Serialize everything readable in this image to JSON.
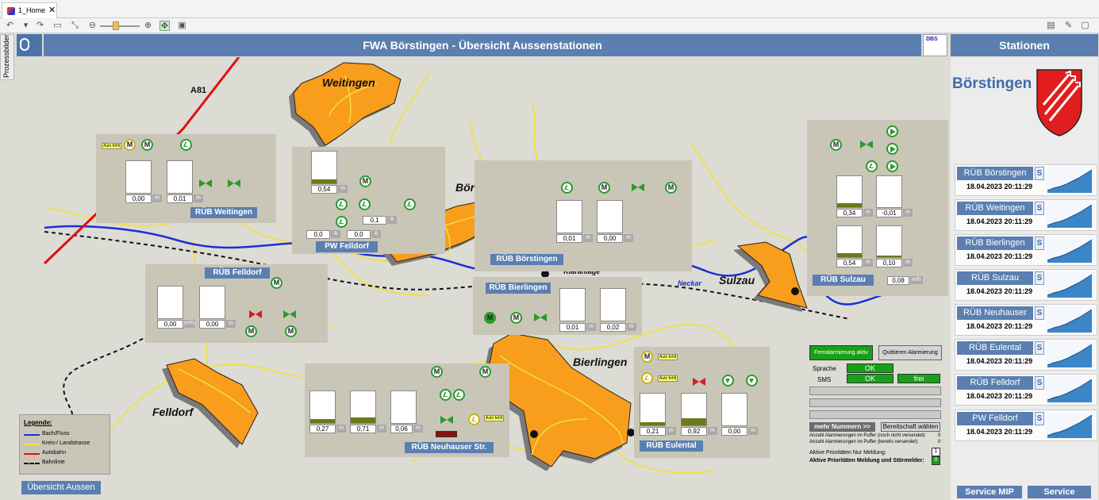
{
  "tab": {
    "title": "1_Home",
    "close": "✕"
  },
  "sidetab": "Prozessbilder",
  "header": {
    "title": "FWA Börstingen - Übersicht Aussenstationen",
    "logo_right": "DBS"
  },
  "stations_header": "Stationen",
  "town": "Börstingen",
  "stations": [
    {
      "name": "RÜB Börstingen",
      "s": "S",
      "time": "18.04.2023 20:11:29"
    },
    {
      "name": "RÜB Weitingen",
      "s": "S",
      "time": "18.04.2023 20:11:29"
    },
    {
      "name": "RÜB Bierlingen",
      "s": "S",
      "time": "18.04.2023 20:11:29"
    },
    {
      "name": "RÜB Sulzau",
      "s": "S",
      "time": "18.04.2023 20:11:29"
    },
    {
      "name": "RÜB Neuhauser Str",
      "s": "S",
      "time": "18.04.2023 20:11:29"
    },
    {
      "name": "RÜB Eulental",
      "s": "S",
      "time": "18.04.2023 20:11:29"
    },
    {
      "name": "RÜB Felldorf",
      "s": "S",
      "time": "18.04.2023 20:11:29"
    },
    {
      "name": "PW Felldorf",
      "s": "S",
      "time": "18.04.2023 20:11:29"
    }
  ],
  "map": {
    "autobahn_label": "A81",
    "towns": {
      "weitingen": "Weitingen",
      "borstingen": "Börstingen",
      "sulzau": "Sulzau",
      "bierlingen": "Bierlingen",
      "felldorf": "Felldorf"
    },
    "river": "Neckar",
    "klaeranlage": "Kläranlage",
    "auto_fehlt": "Auto fehlt"
  },
  "rub_weitingen": {
    "label": "RÜB Weitingen",
    "v1": "0,00",
    "u1": "m",
    "v2": "0,01",
    "u2": "m"
  },
  "pw_felldorf": {
    "label": "PW Felldorf",
    "v1": "0,54",
    "u1": "m",
    "v2": "0,1",
    "u2": "A",
    "v3": "0,0",
    "u3": "A",
    "v4": "0,0",
    "u4": "A"
  },
  "rub_borstingen": {
    "label": "RÜB Börstingen",
    "v1": "0,01",
    "u1": "m",
    "v2": "0,00",
    "u2": "m"
  },
  "rub_sulzau": {
    "label": "RÜB Sulzau",
    "v1": "0,34",
    "u1": "m",
    "v2": "-0,01",
    "u2": "m",
    "v3": "0,54",
    "u3": "m",
    "v4": "0,10",
    "u4": "m",
    "v5": "0,08",
    "u5": "m/h"
  },
  "rub_felldorf": {
    "label": "RÜB Felldorf",
    "v1": "0,00",
    "u1": "m³/s",
    "v2": "0,00",
    "u2": "m"
  },
  "rub_bierlingen": {
    "label": "RÜB Bierlingen",
    "v1": "0,01",
    "u1": "m",
    "v2": "0,02",
    "u2": "m"
  },
  "rub_neuhauser": {
    "label": "RÜB Neuhauser Str.",
    "v1": "0,27",
    "u1": "m",
    "v2": "0,71",
    "u2": "m",
    "v3": "0,06",
    "u3": "m"
  },
  "rub_eulental": {
    "label": "RÜB Eulental",
    "v1": "0,21",
    "u1": "m",
    "v2": "0,92",
    "u2": "m",
    "v3": "0,00",
    "u3": "m"
  },
  "legend": {
    "title": "Legende:",
    "items": [
      "Bach/Fluss",
      "Kreis-/ Landstrasse",
      "Autobahn",
      "Bahnlinie"
    ],
    "colors": [
      "#1a2fd6",
      "#f0e040",
      "#e01010",
      "#111111"
    ]
  },
  "alarm": {
    "fernalarm": "Fernalarmierung aktiv",
    "quittieren": "Quittieren Alarmierung",
    "sprache": "Sprache",
    "sprache_val": "OK",
    "sms": "SMS",
    "sms_val": "OK",
    "frei": "frei",
    "mehr": "mehr Nummern >>",
    "bereit": "Bereitschaft wählen",
    "puffer1": "Anzahl Alarmierungen im Puffer (noch nicht versendet):",
    "puffer1_val": "0",
    "puffer2": "Anzahl Alarmierungen im Puffer (bereits versendet):",
    "puffer2_val": "0",
    "prio1": "Aktive Prioritäten Nur Meldung:",
    "prio1_val": "1",
    "prio2": "Aktive Prioritäten Meldung und  Störmelder:",
    "prio2_val": "0"
  },
  "buttons": {
    "uebersicht": "Übersicht Aussen",
    "service_mip": "Service MIP",
    "service": "Service"
  },
  "colors": {
    "header": "#5a7fb0",
    "green": "#2c9a2c",
    "village": "#f99d1c"
  }
}
